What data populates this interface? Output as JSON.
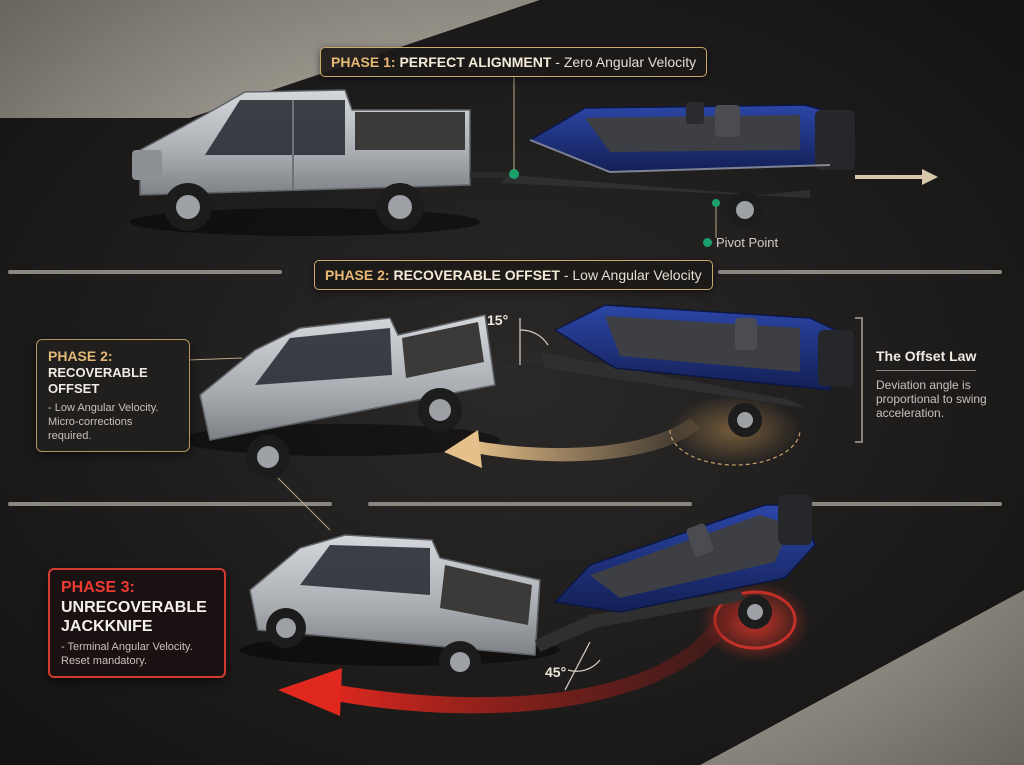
{
  "phase1": {
    "prefix": "PHASE 1:",
    "name": "PERFECT ALIGNMENT",
    "sep": " - ",
    "desc": "Zero Angular Velocity"
  },
  "pivot_label": "Pivot Point",
  "phase2": {
    "prefix": "PHASE 2:",
    "name": "RECOVERABLE OFFSET",
    "sep": " - ",
    "desc": "Low Angular Velocity",
    "angle": "15°"
  },
  "card2": {
    "title": "PHASE 2:",
    "line1": "RECOVERABLE",
    "line2": "OFFSET",
    "note1": "- Low Angular Velocity.",
    "note2": "Micro-corrections required."
  },
  "offset_law": {
    "title": "The Offset Law",
    "text": "Deviation angle is proportional to swing acceleration."
  },
  "card3": {
    "title": "PHASE 3:",
    "line1": "UNRECOVERABLE",
    "line2": "JACKKNIFE",
    "note1": "- Terminal Angular Velocity.",
    "note2": "Reset mandatory."
  },
  "phase3_angle": "45°",
  "colors": {
    "background": "#1b1918",
    "road": "#2b2928",
    "truck": "#b9bcc0",
    "boat_hull": "#1d2f78",
    "accent_gold": "#e7b874",
    "danger_red": "#d23a2f",
    "pivot_green": "#1aa06a"
  }
}
